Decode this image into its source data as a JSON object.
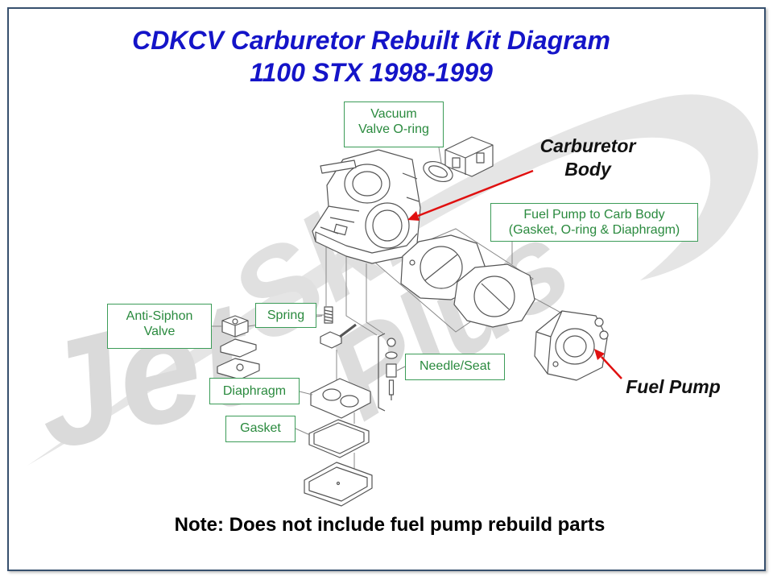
{
  "title": {
    "line1": "CDKCV Carburetor Rebuilt Kit Diagram",
    "line2": "1100 STX 1998-1999"
  },
  "labels": {
    "vacuum_valve_oring": {
      "line1": "Vacuum",
      "line2": "Valve O-ring"
    },
    "fuel_pump_to_carb_body": {
      "line1": "Fuel Pump to Carb Body",
      "line2": "(Gasket, O-ring & Diaphragm)"
    },
    "anti_siphon_valve": {
      "line1": "Anti-Siphon",
      "line2": "Valve"
    },
    "spring": "Spring",
    "needle_seat": "Needle/Seat",
    "diaphragm": "Diaphragm",
    "gasket": "Gasket"
  },
  "callouts": {
    "carburetor_body": {
      "line1": "Carburetor",
      "line2": "Body"
    },
    "fuel_pump": "Fuel Pump"
  },
  "note": "Note: Does not include fuel pump rebuild parts",
  "watermark": {
    "word1": "Jet",
    "word2": "Ski",
    "word3": "Plus"
  },
  "colors": {
    "title": "#1414c8",
    "label_text": "#2a8a3e",
    "label_border": "#3c9c58",
    "arrow": "#e01010",
    "callout_text": "#111111",
    "frame": "#37506e",
    "watermark": "#e0e0e0"
  }
}
